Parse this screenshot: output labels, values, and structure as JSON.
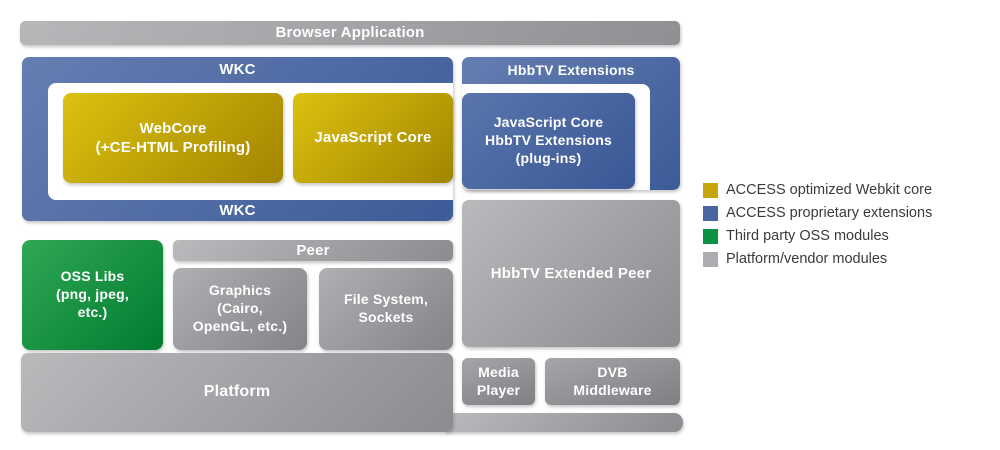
{
  "diagram": {
    "browser_application": {
      "label": "Browser Application"
    },
    "wkc": {
      "top_label": "WKC",
      "bottom_label": "WKC"
    },
    "webcore": {
      "lines": [
        "WebCore",
        "(+CE-HTML Profiling)"
      ]
    },
    "javascript_core": {
      "label": "JavaScript Core"
    },
    "hbbtv_extensions": {
      "label": "HbbTV Extensions"
    },
    "js_core_hbbtv": {
      "lines": [
        "JavaScript Core",
        "HbbTV Extensions",
        "(plug-ins)"
      ]
    },
    "hbbtv_extended_peer": {
      "label": "HbbTV Extended Peer"
    },
    "oss_libs": {
      "lines": [
        "OSS Libs",
        "(png, jpeg,",
        "etc.)"
      ]
    },
    "peer": {
      "label": "Peer"
    },
    "graphics": {
      "lines": [
        "Graphics",
        "(Cairo,",
        "OpenGL, etc.)"
      ]
    },
    "file_system": {
      "lines": [
        "File System,",
        "Sockets"
      ]
    },
    "platform": {
      "label": "Platform"
    },
    "media_player": {
      "lines": [
        "Media",
        "Player"
      ]
    },
    "dvb_middleware": {
      "lines": [
        "DVB",
        "Middleware"
      ]
    }
  },
  "legend": {
    "items": [
      {
        "label": "ACCESS optimized Webkit core",
        "color": "#c5a60b"
      },
      {
        "label": "ACCESS proprietary extensions",
        "color": "#4a66a0"
      },
      {
        "label": "Third party OSS modules",
        "color": "#0b9143"
      },
      {
        "label": "Platform/vendor modules",
        "color": "#abadb0"
      }
    ]
  },
  "colors": {
    "webkit_core_gold": "#c5a60b",
    "proprietary_blue": "#4a66a0",
    "oss_green": "#0b9143",
    "platform_gray": "#abadb0",
    "block_text": "#ffffff"
  }
}
